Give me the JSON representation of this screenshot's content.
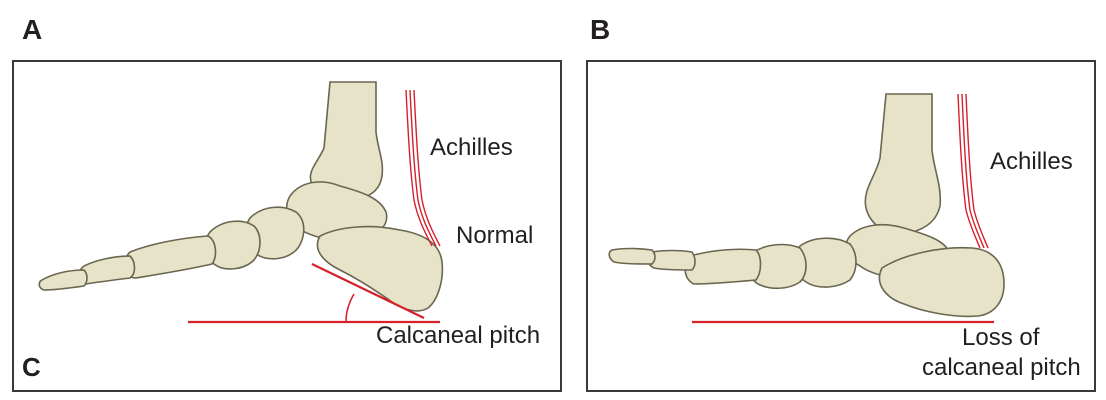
{
  "panels": {
    "a": {
      "letter": "A",
      "corner_letter": "C",
      "labels": {
        "tendon": "Achilles",
        "state": "Normal",
        "angle": "Calcaneal pitch"
      }
    },
    "b": {
      "letter": "B",
      "labels": {
        "tendon": "Achilles",
        "loss_line1": "Loss of",
        "loss_line2": "calcaneal pitch"
      }
    }
  },
  "colors": {
    "bone_fill": "#e6e3c9",
    "bone_stroke": "#6b6650",
    "tendon": "#d6202c",
    "line": "#d6202c",
    "frame": "#3a3a3a",
    "text": "#231f20"
  }
}
